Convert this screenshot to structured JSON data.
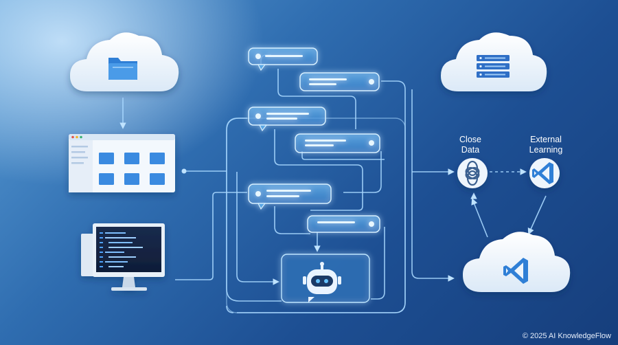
{
  "labels": {
    "close_data": "Close\nData",
    "external_learning": "External\nLearning"
  },
  "footer": {
    "copyright": "© 2025 AI KnowledgeFlow"
  },
  "icons": {
    "top_left_cloud": "folder-icon",
    "top_right_cloud": "server-icon",
    "bottom_right_cloud": "vscode-icon",
    "close_data_node": "openai-icon",
    "external_learning_node": "vscode-icon",
    "center_bottom": "robot-icon"
  },
  "colors": {
    "line": "#9fd3ff",
    "bubble_glow": "#bfe6ff",
    "cloud": "#eef5fc",
    "accent": "#2f7fd6"
  }
}
